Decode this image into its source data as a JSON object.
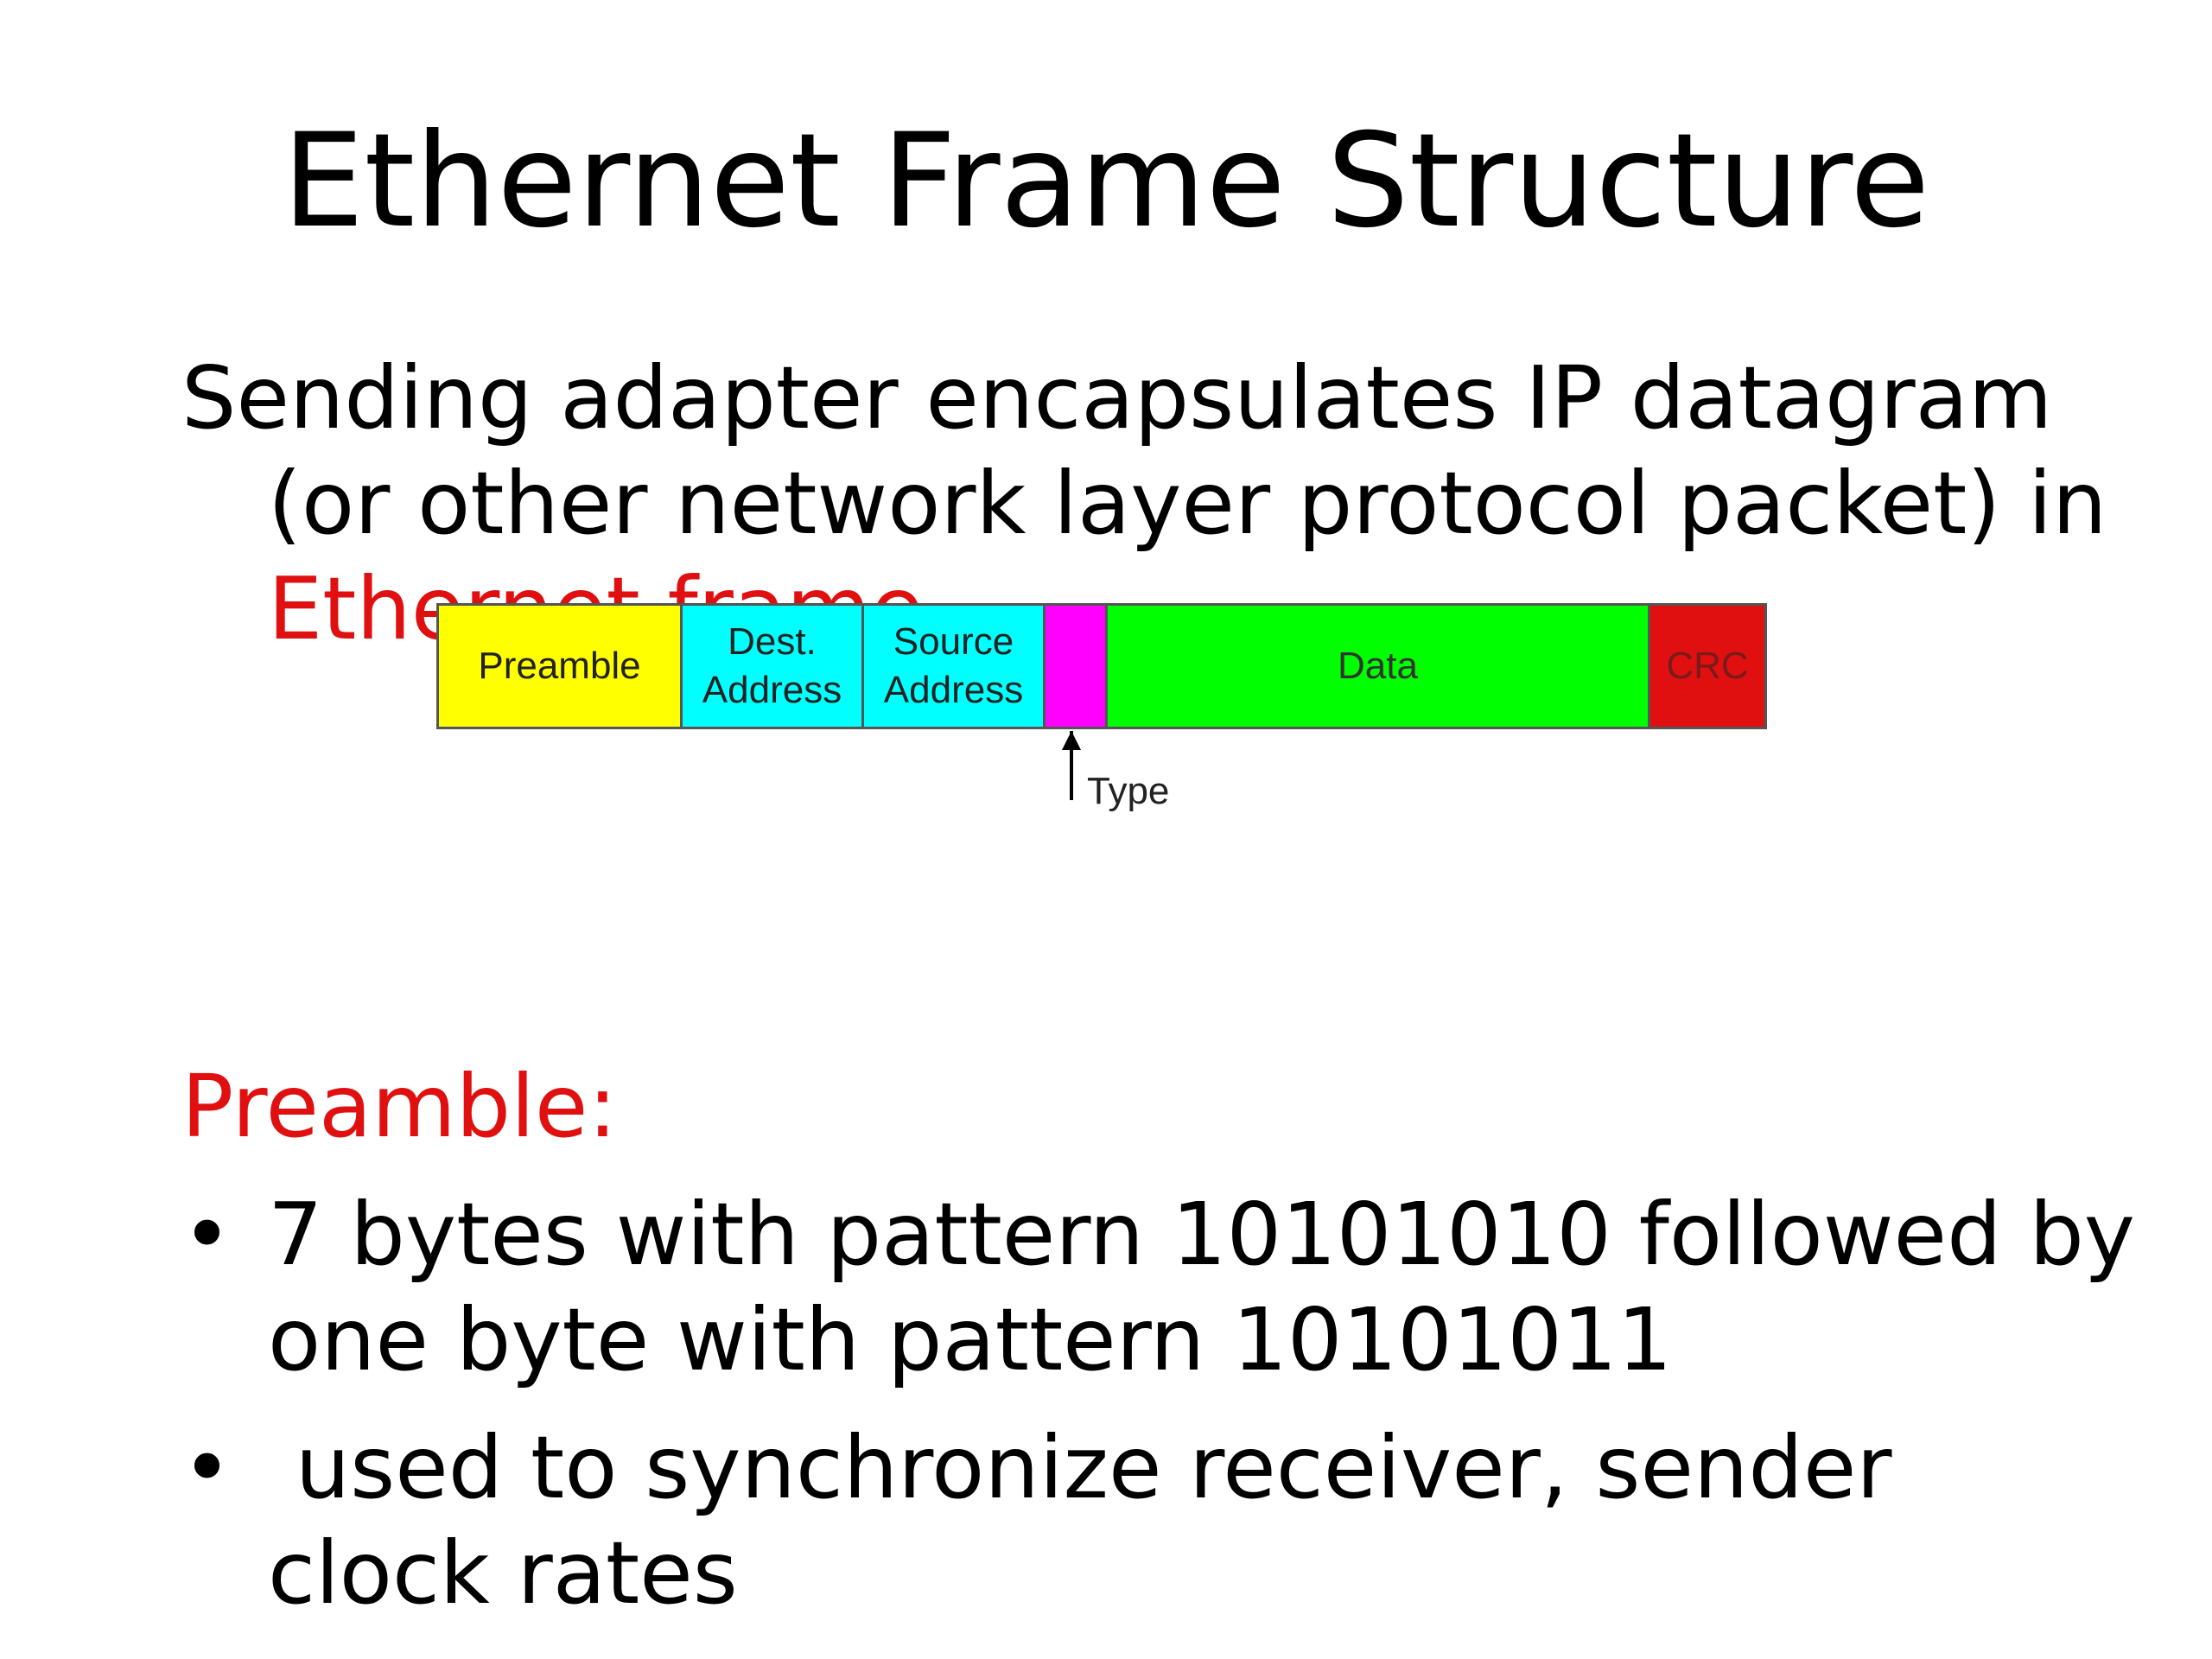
{
  "title": "Ethernet Frame Structure",
  "intro": {
    "line1": "Sending adapter encapsulates IP datagram",
    "line2": "(or other network layer protocol packet) in",
    "highlight": "Ethernet frame"
  },
  "frame": {
    "fields": [
      {
        "label": "Preamble",
        "color": "#ffff00",
        "text_color": "#222222"
      },
      {
        "label_lines": [
          "Dest.",
          "Address"
        ],
        "color": "#00ffff",
        "text_color": "#222222"
      },
      {
        "label_lines": [
          "Source",
          "Address"
        ],
        "color": "#00ffff",
        "text_color": "#222222"
      },
      {
        "label": "",
        "color": "#ff00ff",
        "text_color": "#222222"
      },
      {
        "label": "Data",
        "color": "#00ff00",
        "text_color": "#333333"
      },
      {
        "label": "CRC",
        "color": "#e01010",
        "text_color": "#7a1a1a"
      }
    ],
    "type_label": "Type"
  },
  "section": {
    "heading": "Preamble:",
    "bullets": [
      {
        "mark": "•",
        "lines": [
          "7 bytes with pattern 10101010 followed by",
          "one byte with pattern 10101011"
        ]
      },
      {
        "mark": "•",
        "lines": [
          " used to synchronize receiver, sender",
          "clock rates"
        ]
      }
    ]
  }
}
